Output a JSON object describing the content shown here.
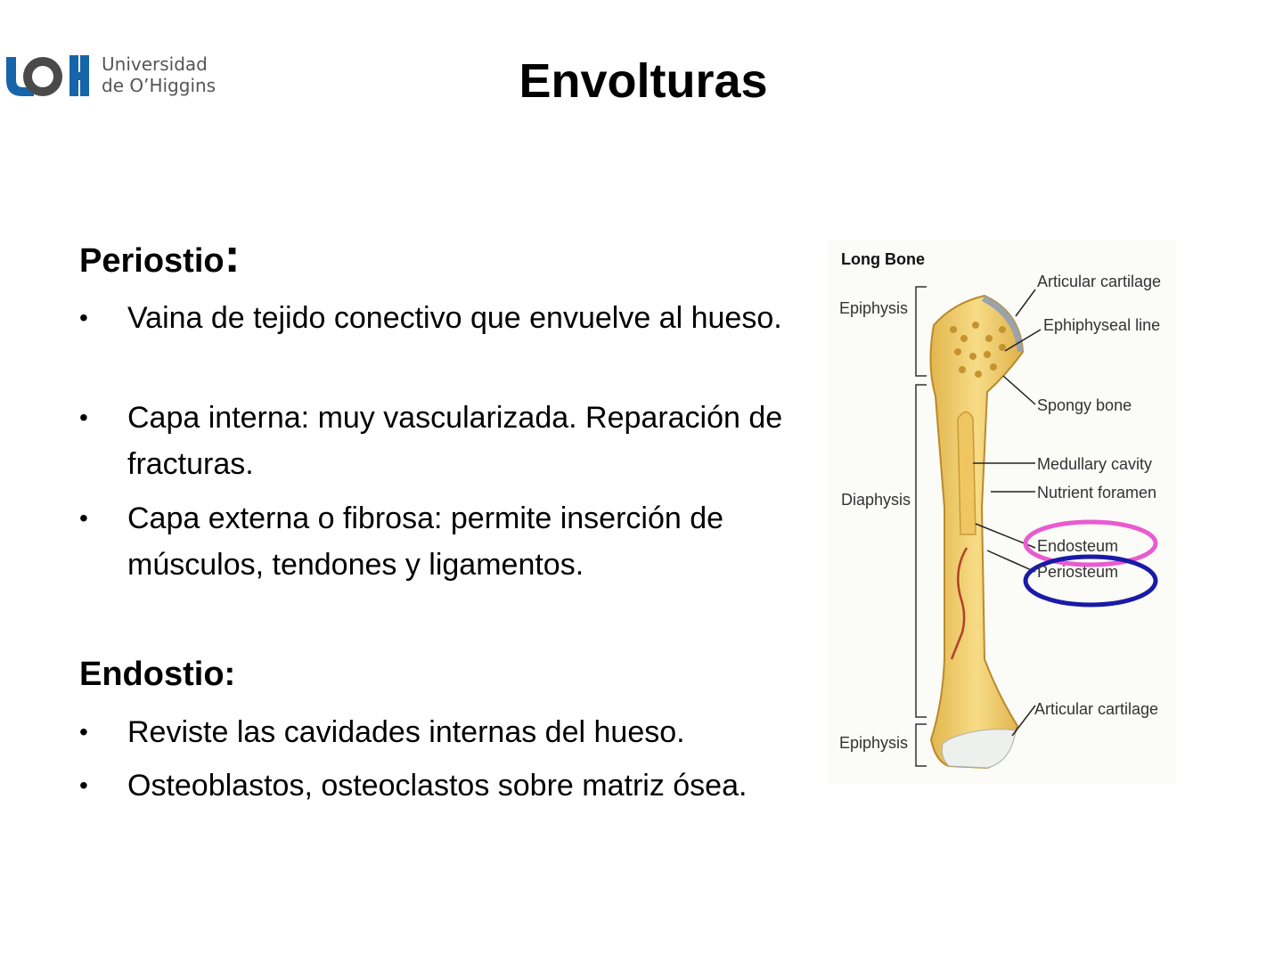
{
  "logo": {
    "line1": "Universidad",
    "line2": "de O’Higgins",
    "brand_blue": "#1565a8",
    "brand_gray": "#5a5a5a"
  },
  "title": "Envolturas",
  "periostio": {
    "heading": "Periostio",
    "colon": ":",
    "bullets": [
      "Vaina de tejido conectivo que envuelve al hueso.",
      "Capa interna: muy vascularizada. Reparación de fracturas.",
      "Capa externa o fibrosa: permite inserción de músculos, tendones y ligamentos."
    ]
  },
  "endostio": {
    "heading": "Endostio:",
    "bullets": [
      "Reviste las cavidades internas del hueso.",
      "Osteoblastos, osteoclastos sobre matriz ósea."
    ]
  },
  "bullet_symbol": "•",
  "figure": {
    "title": "Long Bone",
    "left_labels": [
      "Epiphysis",
      "Diaphysis",
      "Epiphysis"
    ],
    "right_labels": [
      "Articular cartilage",
      "Ephiphyseal line",
      "Spongy bone",
      "Medullary cavity",
      "Nutrient foramen",
      "Endosteum",
      "Periosteum",
      "Articular cartilage"
    ],
    "highlight_endosteum_color": "#e85bd0",
    "highlight_periosteum_color": "#1a1aa8"
  }
}
